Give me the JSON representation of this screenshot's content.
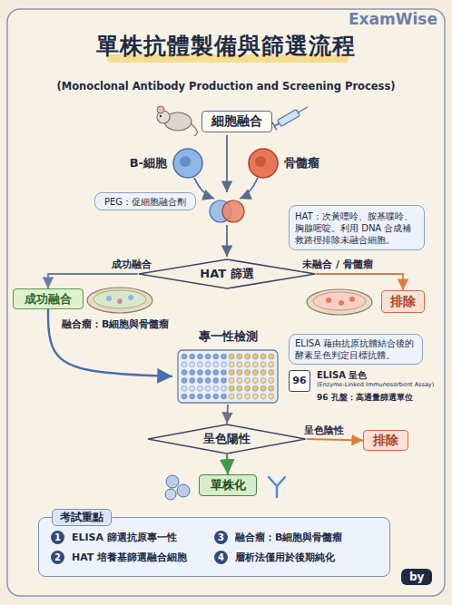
{
  "diagram": {
    "title": "單株抗體製備與篩選流程",
    "caption": "(Monoclonal Antibody Production and Screening Process)",
    "nodes": [
      {
        "text": [
          "細胞融合"
        ]
      },
      {
        "text": [
          "B-細胞"
        ]
      },
      {
        "text": [
          "骨髓瘤"
        ]
      },
      {
        "text": [
          "PEG：促細胞融合劑"
        ]
      },
      {
        "text": [
          "HAT：次黃嘌呤、胺基喋呤、胸腺嘧啶。利用 DNA 合成補救路徑排除未融合細胞。"
        ]
      },
      {
        "text": [
          "HAT 篩選"
        ]
      },
      {
        "text": [
          "成功融合"
        ]
      },
      {
        "text": [
          "排除"
        ]
      },
      {
        "text": [
          "專一性檢測"
        ]
      },
      {
        "text": [
          "ELISA 藉由抗原抗體結合後的酵素呈色判定目標抗體。"
        ]
      },
      {
        "text": [
          "呈色陽性"
        ]
      },
      {
        "text": [
          "排除"
        ]
      },
      {
        "text": [
          "單株化"
        ]
      },
      {
        "text": [
          "考試重點",
          "ELISA 篩選抗原專一性",
          "HAT 培養基篩選融合細胞",
          "融合瘤：B細胞與骨髓瘤",
          "層析法僅用於後期純化"
        ]
      }
    ],
    "edges": [
      {
        "from": 5,
        "to": 6,
        "label": "成功融合",
        "arrow": "to"
      },
      {
        "from": 5,
        "to": 7,
        "label": "未融合 / 骨髓瘤",
        "arrow": "to"
      },
      {
        "from": 6,
        "to": 8,
        "arrow": "to"
      },
      {
        "from": 8,
        "to": 10,
        "arrow": "to"
      },
      {
        "from": 10,
        "to": 11,
        "label": "呈色陰性",
        "arrow": "to"
      },
      {
        "from": 10,
        "to": 12,
        "arrow": "to"
      }
    ],
    "labels": [
      "ExamWise",
      "融合瘤：B細胞與骨髓瘤",
      "96",
      "ELISA 呈色",
      "(Enzyme-Linked Immunosorbent Assay)",
      "96 孔盤：高通量篩選單位",
      "1",
      "2",
      "3",
      "4",
      "by"
    ]
  }
}
